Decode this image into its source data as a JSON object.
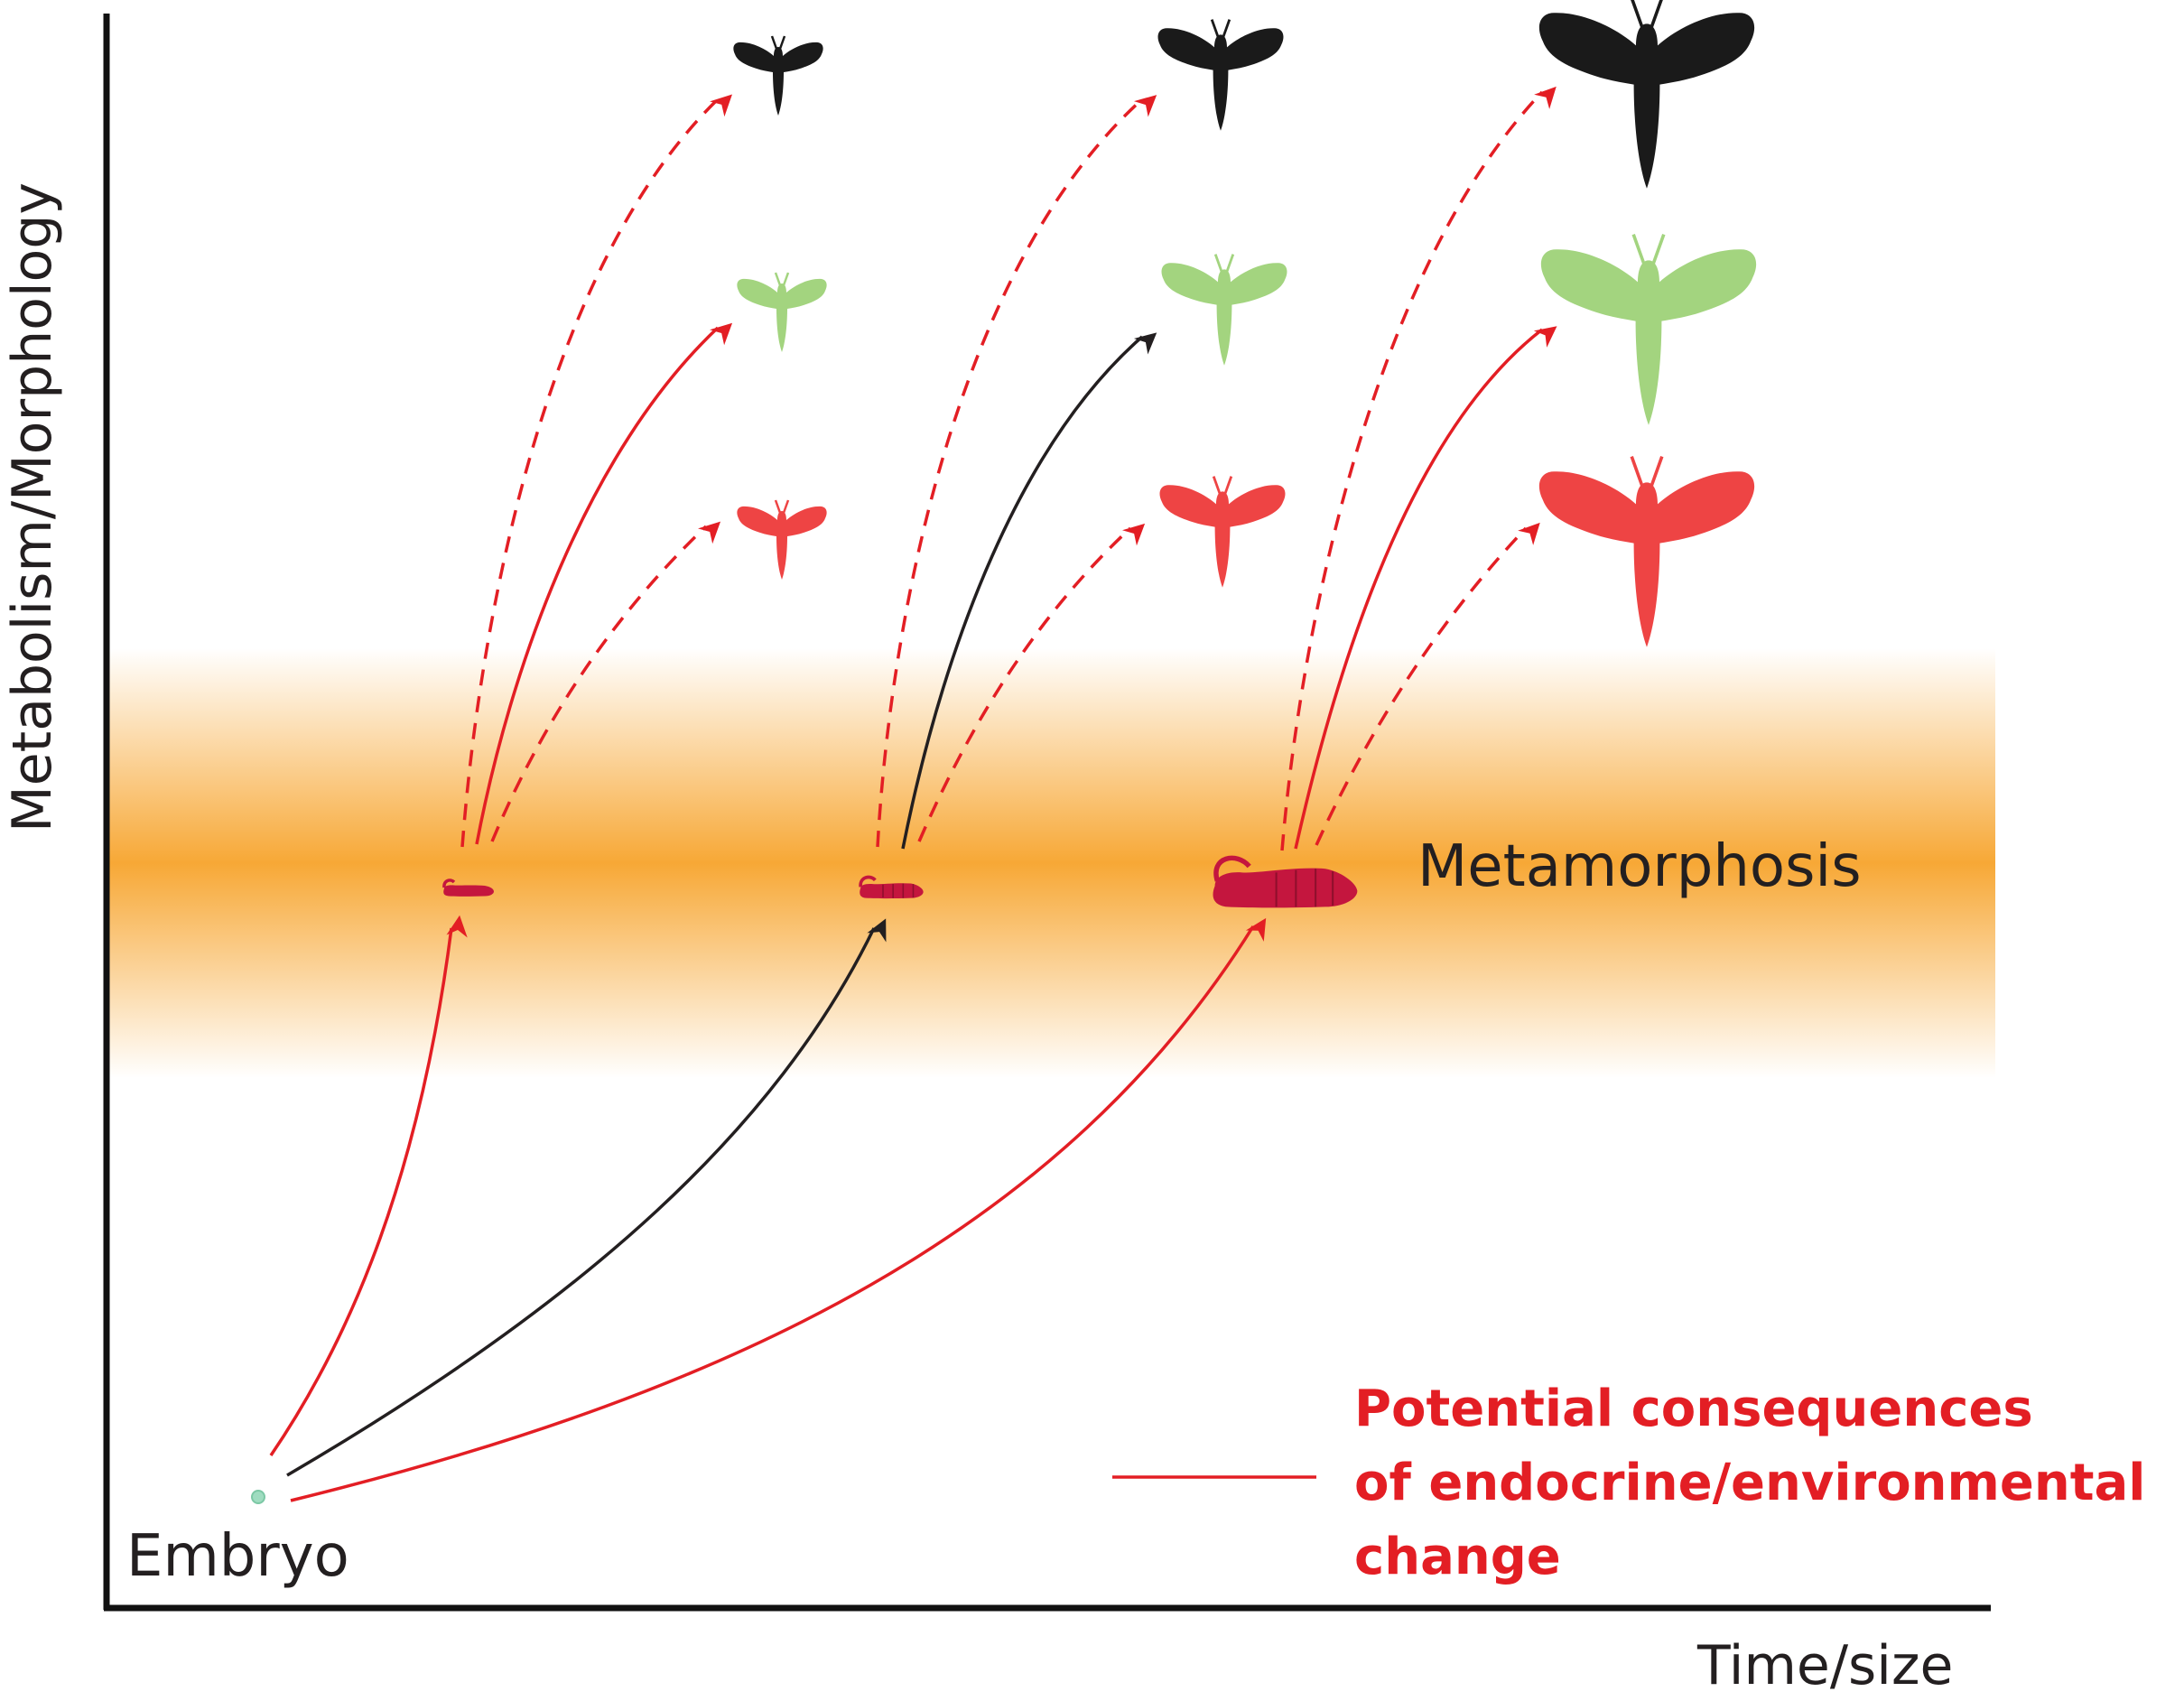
{
  "axes": {
    "y_label": "Metabolism/Morphology",
    "x_label": "Time/size"
  },
  "stages": {
    "embryo": "Embryo",
    "metamorphosis": "Metamorphosis"
  },
  "legend": {
    "lines": [
      "Potential consequences",
      "of endocrine/environmental",
      "change"
    ],
    "color": "#e31e24"
  },
  "colors": {
    "red": "#e31e24",
    "black": "#231f20",
    "moth_black": "#1a1a1a",
    "moth_green": "#a3d47f",
    "moth_red": "#ee4444",
    "larva": "#c4163e",
    "band": "#f7a836",
    "embryo": "#9fdcc0"
  },
  "larvae": [
    {
      "name": "larva-small",
      "size": "small"
    },
    {
      "name": "larva-medium",
      "size": "medium"
    },
    {
      "name": "larva-large",
      "size": "large"
    }
  ],
  "moth_columns": [
    {
      "column": 1,
      "size": "small",
      "morphs": [
        "black",
        "green",
        "red"
      ]
    },
    {
      "column": 2,
      "size": "medium",
      "morphs": [
        "black",
        "green",
        "red"
      ]
    },
    {
      "column": 3,
      "size": "large",
      "morphs": [
        "black",
        "green",
        "red"
      ]
    }
  ],
  "arrows": {
    "embryo_to_larva": [
      {
        "to": "larva-small",
        "color": "red",
        "style": "solid"
      },
      {
        "to": "larva-medium",
        "color": "black",
        "style": "solid"
      },
      {
        "to": "larva-large",
        "color": "red",
        "style": "solid"
      }
    ],
    "larva_to_moth": [
      {
        "from": "larva-small",
        "to": "black",
        "color": "red",
        "style": "dashed"
      },
      {
        "from": "larva-small",
        "to": "green",
        "color": "red",
        "style": "solid"
      },
      {
        "from": "larva-small",
        "to": "red",
        "color": "red",
        "style": "dashed"
      },
      {
        "from": "larva-medium",
        "to": "black",
        "color": "red",
        "style": "dashed"
      },
      {
        "from": "larva-medium",
        "to": "green",
        "color": "black",
        "style": "solid"
      },
      {
        "from": "larva-medium",
        "to": "red",
        "color": "red",
        "style": "dashed"
      },
      {
        "from": "larva-large",
        "to": "black",
        "color": "red",
        "style": "dashed"
      },
      {
        "from": "larva-large",
        "to": "green",
        "color": "red",
        "style": "solid"
      },
      {
        "from": "larva-large",
        "to": "red",
        "color": "red",
        "style": "dashed"
      }
    ]
  }
}
